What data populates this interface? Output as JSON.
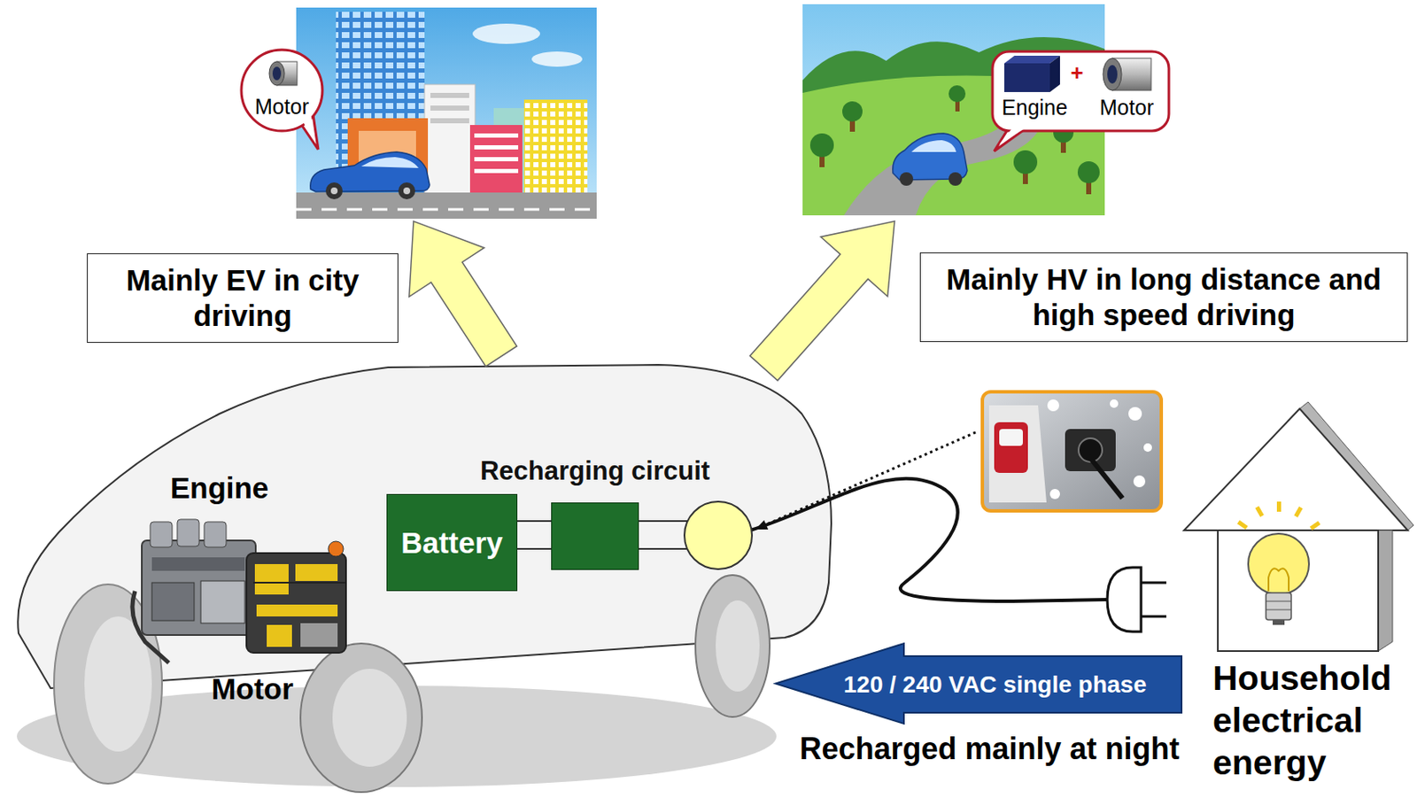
{
  "diagram": {
    "nodes": [
      {
        "text": [
          "Motor"
        ]
      },
      {
        "text": [
          "Engine",
          "+",
          "Motor"
        ]
      },
      {
        "text": [
          "Mainly EV in city driving"
        ]
      },
      {
        "text": [
          "Mainly HV in long distance and high speed driving"
        ]
      },
      {
        "text": [
          "Battery"
        ]
      },
      {
        "text": [
          "Recharging circuit"
        ]
      },
      {
        "text": [
          "120 / 240 VAC single phase"
        ]
      }
    ],
    "edges": [
      {
        "from": 4,
        "to": 5,
        "arrow": "none"
      }
    ],
    "labels": [
      "Engine",
      "Motor",
      "Recharged mainly at night",
      "Household electrical energy"
    ]
  }
}
